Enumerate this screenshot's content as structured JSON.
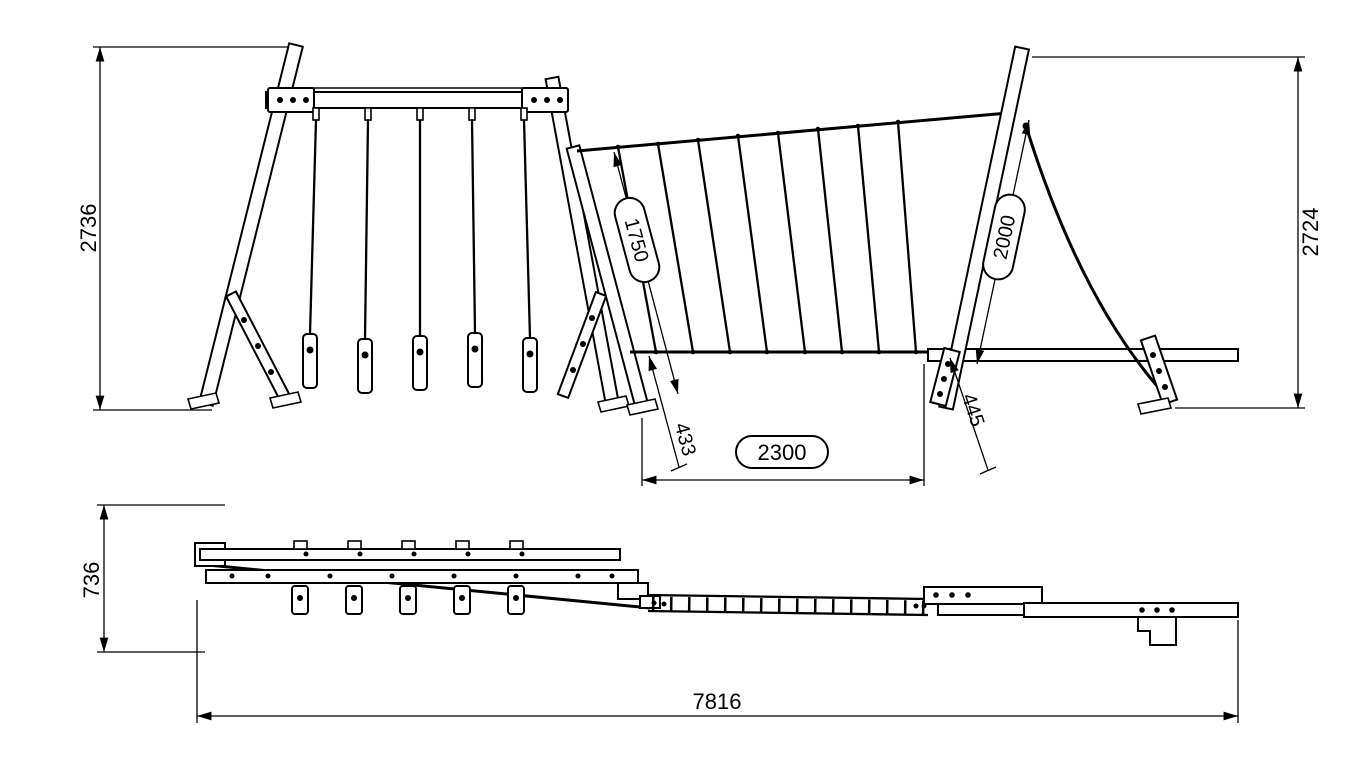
{
  "drawing": {
    "dims": {
      "height_left": "2736",
      "height_right": "2724",
      "bridge_rail": "1750",
      "post": "2000",
      "span": "2300",
      "rail_offset": "433",
      "post_offset": "445",
      "plan_depth": "736",
      "overall_length": "7816"
    }
  }
}
